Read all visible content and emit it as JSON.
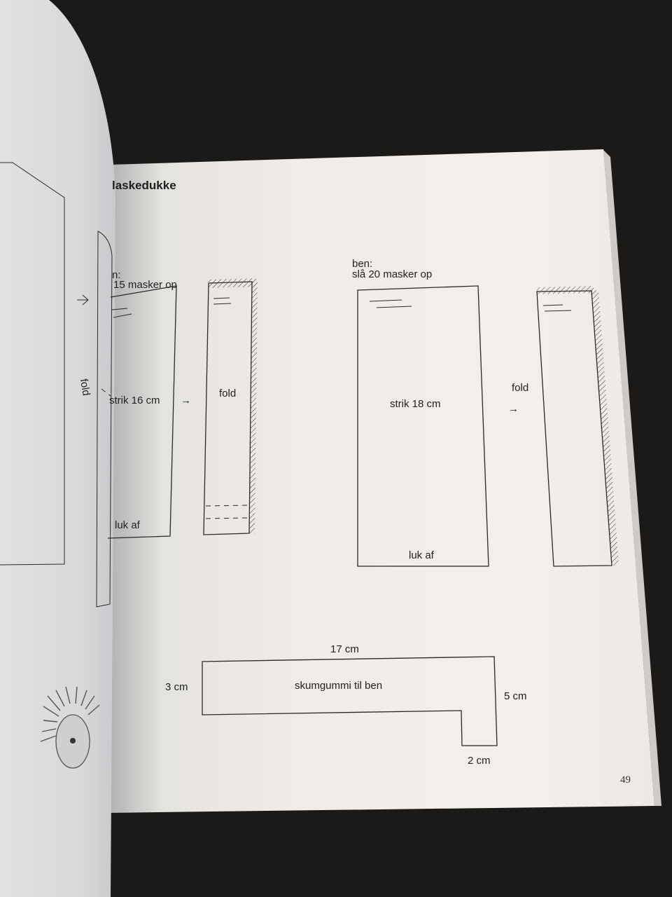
{
  "page": {
    "title": "laskedukke",
    "page_number": "49",
    "arm_piece": {
      "cast_on": "n:",
      "cast_on_count": "15 masker op",
      "knit": "strik 16 cm",
      "bind_off": "luk af",
      "fold_left": "fold",
      "fold_right": "fold"
    },
    "leg_piece": {
      "header": "ben:",
      "cast_on": "slå 20 masker op",
      "knit": "strik 18 cm",
      "bind_off": "luk af",
      "fold": "fold"
    },
    "foam_piece": {
      "label": "skumgummi til ben",
      "width_top": "17 cm",
      "height_left": "3 cm",
      "height_right": "5 cm",
      "foot_width": "2 cm"
    },
    "arrow_glyph": "→"
  }
}
